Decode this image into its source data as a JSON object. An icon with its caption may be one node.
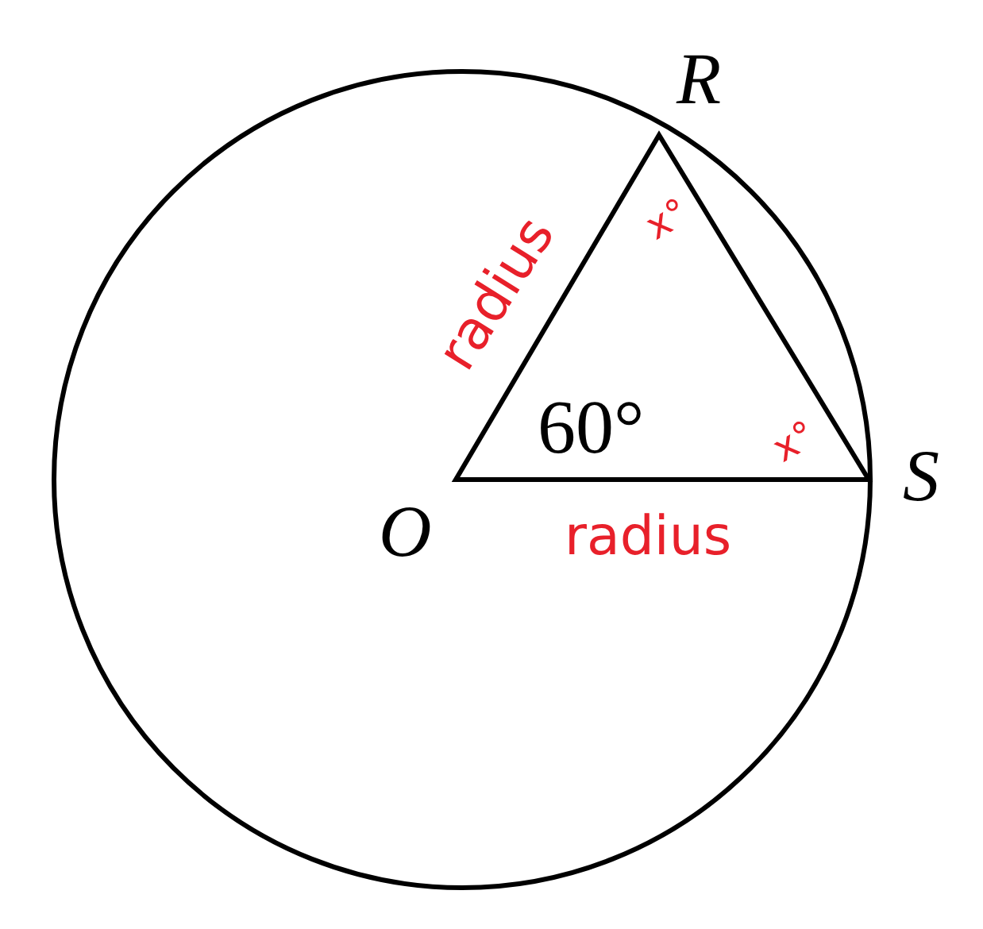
{
  "diagram": {
    "labels": [
      "R",
      "radius",
      "x°",
      "60°",
      "x°",
      "S",
      "O",
      "radius"
    ]
  }
}
